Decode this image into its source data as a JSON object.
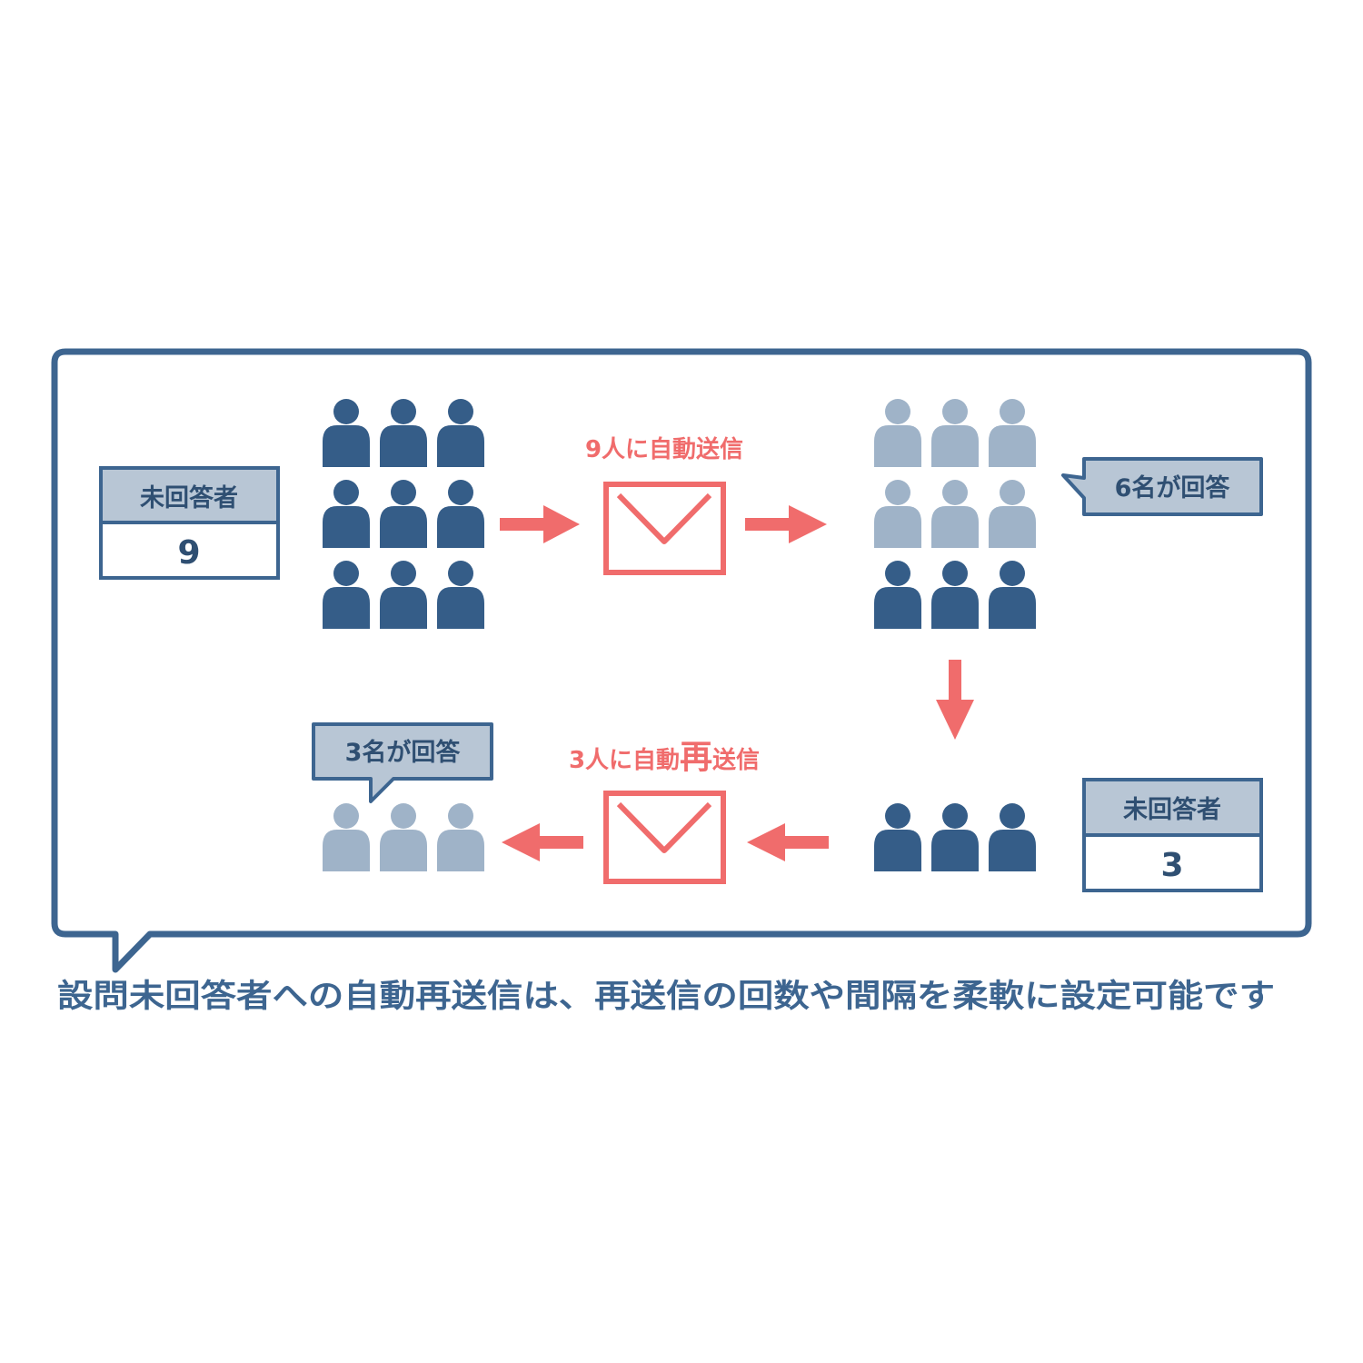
{
  "colors": {
    "frame": "#3d6590",
    "person_dark": "#355d88",
    "person_light": "#9fb3c8",
    "accent": "#f06c6c",
    "box_header": "#b8c6d5"
  },
  "icons": {
    "mail": "envelope-icon",
    "arrow": "arrow-icon",
    "person": "person-icon"
  },
  "counter_start": {
    "label": "未回答者",
    "value": "9"
  },
  "counter_end": {
    "label": "未回答者",
    "value": "3"
  },
  "send_label": "9人に自動送信",
  "resend_label": {
    "before": "3人に自動",
    "emphasis": "再",
    "after": "送信"
  },
  "reply_first": "6名が回答",
  "reply_second": "3名が回答",
  "caption": "設問未回答者への自動再送信は、再送信の回数や間隔を柔軟に設定可能です"
}
